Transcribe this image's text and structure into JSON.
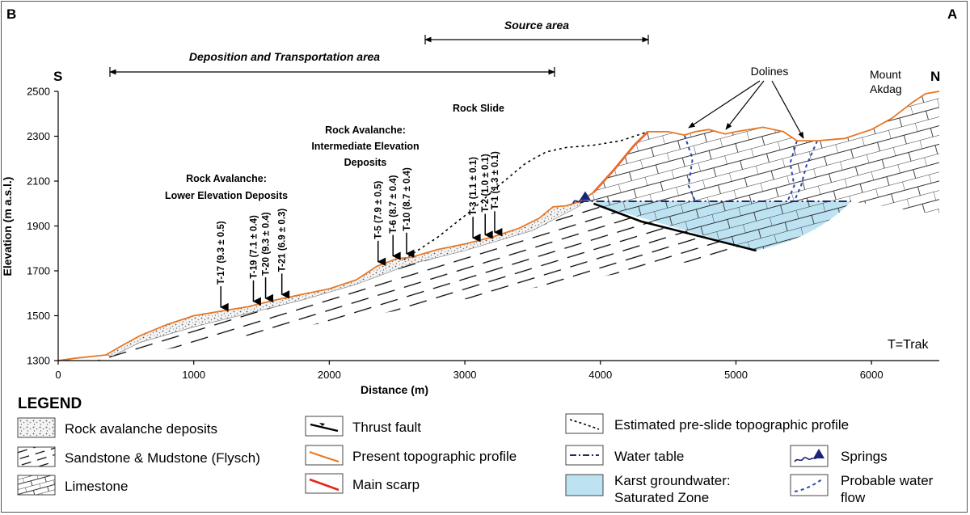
{
  "panel": {
    "left": "B",
    "right": "A"
  },
  "ends": {
    "south": "S",
    "north": "N"
  },
  "peak": {
    "line1": "Mount",
    "line2": "Akdag"
  },
  "ranges": {
    "deposition": "Deposition and Transportation area",
    "source": "Source area"
  },
  "chart_data": {
    "type": "cross-section",
    "xlabel": "Distance (m)",
    "ylabel": "Elevation (m a.s.l.)",
    "xlim": [
      0,
      6500
    ],
    "ylim": [
      1300,
      2500
    ],
    "xticks": [
      "0",
      "1000",
      "2000",
      "3000",
      "4000",
      "5000",
      "6000"
    ],
    "yticks": [
      "1300",
      "1500",
      "1700",
      "1900",
      "2100",
      "2300",
      "2500"
    ],
    "present_profile": [
      [
        0,
        1300
      ],
      [
        120,
        1310
      ],
      [
        350,
        1325
      ],
      [
        450,
        1360
      ],
      [
        600,
        1410
      ],
      [
        800,
        1460
      ],
      [
        1000,
        1500
      ],
      [
        1200,
        1520
      ],
      [
        1400,
        1540
      ],
      [
        1600,
        1570
      ],
      [
        1800,
        1595
      ],
      [
        2000,
        1620
      ],
      [
        2200,
        1660
      ],
      [
        2350,
        1720
      ],
      [
        2500,
        1755
      ],
      [
        2600,
        1760
      ],
      [
        2800,
        1795
      ],
      [
        3000,
        1820
      ],
      [
        3200,
        1850
      ],
      [
        3400,
        1890
      ],
      [
        3550,
        1935
      ],
      [
        3650,
        1985
      ],
      [
        3750,
        1990
      ],
      [
        3850,
        2010
      ],
      [
        3950,
        2050
      ],
      [
        4100,
        2150
      ],
      [
        4250,
        2260
      ],
      [
        4350,
        2320
      ],
      [
        4500,
        2320
      ],
      [
        4620,
        2305
      ],
      [
        4700,
        2320
      ],
      [
        4800,
        2330
      ],
      [
        4920,
        2310
      ],
      [
        5000,
        2320
      ],
      [
        5200,
        2340
      ],
      [
        5350,
        2320
      ],
      [
        5450,
        2280
      ],
      [
        5600,
        2280
      ],
      [
        5800,
        2290
      ],
      [
        6000,
        2330
      ],
      [
        6150,
        2380
      ],
      [
        6300,
        2450
      ],
      [
        6400,
        2490
      ],
      [
        6500,
        2500
      ]
    ],
    "pre_slide_profile": [
      [
        2550,
        1750
      ],
      [
        2800,
        1850
      ],
      [
        3050,
        1970
      ],
      [
        3250,
        2080
      ],
      [
        3450,
        2180
      ],
      [
        3600,
        2230
      ],
      [
        3750,
        2250
      ],
      [
        3950,
        2260
      ],
      [
        4150,
        2280
      ],
      [
        4350,
        2320
      ]
    ],
    "water_table": [
      [
        3850,
        2010
      ],
      [
        5850,
        2010
      ]
    ],
    "tracks": [
      {
        "id": "T-17",
        "label": "T-17 (9.3 ± 0.5)",
        "distance": 1200,
        "elevation": 1520
      },
      {
        "id": "T-19",
        "label": "T-19 (7.1 ± 0.4)",
        "distance": 1440,
        "elevation": 1545
      },
      {
        "id": "T-20",
        "label": "T-20 (9.3 ± 0.4)",
        "distance": 1530,
        "elevation": 1555
      },
      {
        "id": "T-21",
        "label": "T-21 (6.9 ± 0.3)",
        "distance": 1650,
        "elevation": 1575
      },
      {
        "id": "T-5",
        "label": "T-5 (7.9 ± 0.5)",
        "distance": 2360,
        "elevation": 1720
      },
      {
        "id": "T-6",
        "label": "T-6 (8.7 ± 0.4)",
        "distance": 2470,
        "elevation": 1745
      },
      {
        "id": "T-10",
        "label": "T-10 (8.7 ± 0.4)",
        "distance": 2570,
        "elevation": 1755
      },
      {
        "id": "T-3",
        "label": "T-3 (1.1 ± 0.1)",
        "distance": 3060,
        "elevation": 1830
      },
      {
        "id": "T-2",
        "label": "T-2 (1.0 ± 0.1)",
        "distance": 3150,
        "elevation": 1845
      },
      {
        "id": "T-1",
        "label": "T-1 (1.3 ± 0.1)",
        "distance": 3220,
        "elevation": 1855
      }
    ],
    "annotations": {
      "rock_slide": "Rock Slide",
      "intermediate": [
        "Rock Avalanche:",
        "Intermediate  Elevation",
        "Deposits"
      ],
      "lower": [
        "Rock Avalanche:",
        "Lower Elevation Deposits"
      ],
      "dolines": "Dolines",
      "trak": "T=Trak"
    }
  },
  "legend": {
    "title": "LEGEND",
    "items": [
      {
        "key": "rock-avalanche",
        "label": "Rock avalanche deposits"
      },
      {
        "key": "flysch",
        "label": "Sandstone & Mudstone (Flysch)"
      },
      {
        "key": "limestone",
        "label": "Limestone"
      },
      {
        "key": "thrust",
        "label": "Thrust fault"
      },
      {
        "key": "present",
        "label": "Present topographic profile"
      },
      {
        "key": "scarp",
        "label": "Main scarp"
      },
      {
        "key": "preslide",
        "label": "Estimated pre-slide topographic profile"
      },
      {
        "key": "watertable",
        "label": "Water table"
      },
      {
        "key": "karst",
        "label": "Karst groundwater:",
        "label2": "Saturated Zone"
      },
      {
        "key": "springs",
        "label": "Springs"
      },
      {
        "key": "flow",
        "label": "Probable water",
        "label2": "flow"
      }
    ]
  },
  "colors": {
    "profile": "#e87722",
    "scarp": "#e3261b",
    "water": "#bde3f2",
    "watertable": "#1f2a6b",
    "flow": "#2b48a8",
    "spring": "#1a237e"
  }
}
